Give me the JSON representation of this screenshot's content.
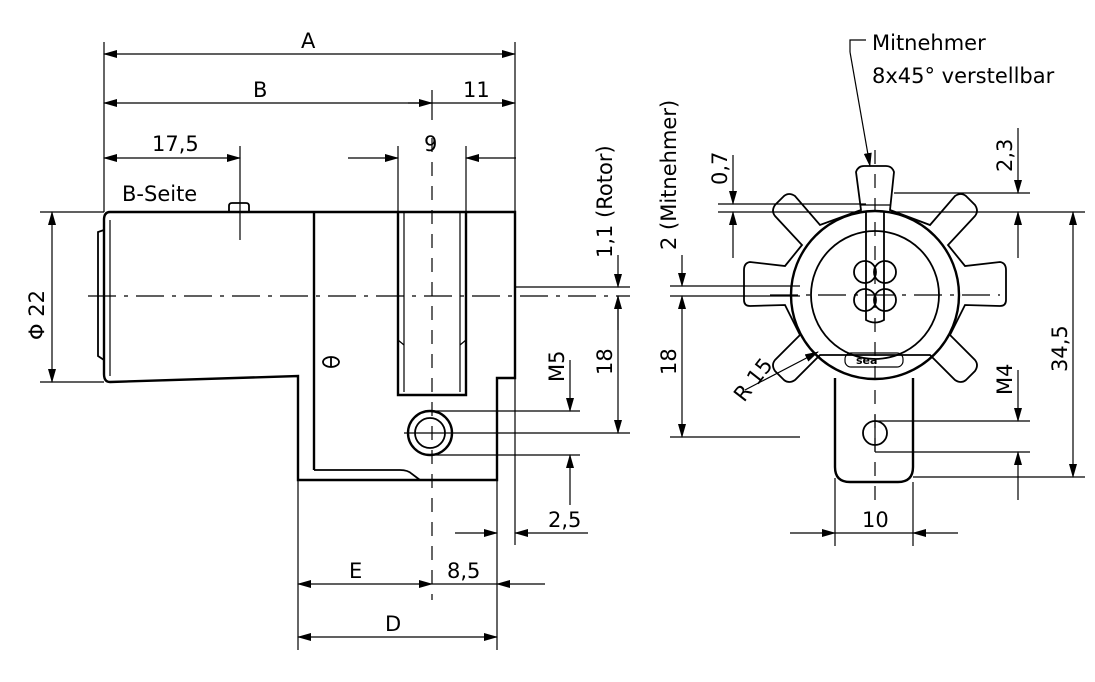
{
  "labels": {
    "A": "A",
    "B": "B",
    "eleven": "11",
    "seventeen5": "17,5",
    "nine": "9",
    "bSeite": "B-Seite",
    "phi22": "Φ 22",
    "rotor": "1,1 (Rotor)",
    "mitnehmerDim": "2 (Mitnehmer)",
    "eighteenLeft": "18",
    "m5": "M5",
    "twoFive": "2,5",
    "E": "E",
    "eightFive": "8,5",
    "D": "D",
    "mitnehmerTitle": "Mitnehmer",
    "mitnehmerSub": "8x45° verstellbar",
    "zeroSeven": "0,7",
    "twoThree": "2,3",
    "eighteenRight": "18",
    "r15": "R 15",
    "m4": "M4",
    "thirtyfour5": "34,5",
    "ten": "10",
    "brand": "sea"
  }
}
